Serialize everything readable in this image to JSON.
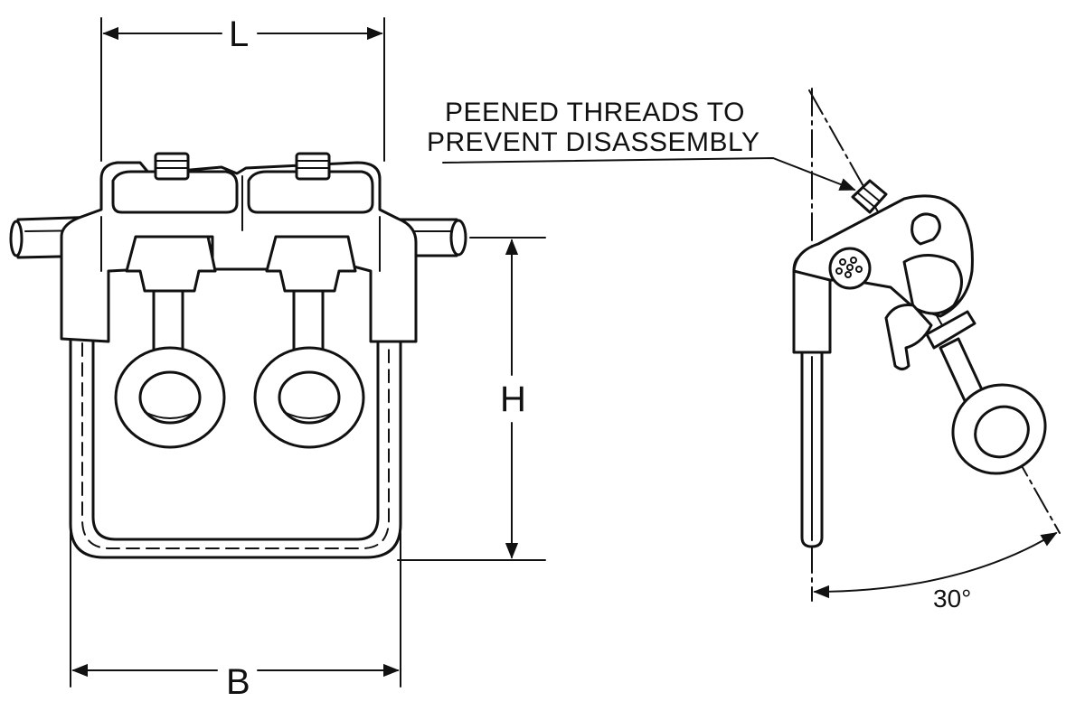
{
  "dimensions": {
    "length_label": "L",
    "height_label": "H",
    "base_label": "B"
  },
  "annotation": {
    "line1": "PEENED THREADS TO",
    "line2": "PREVENT DISASSEMBLY"
  },
  "angle_label": "30°"
}
